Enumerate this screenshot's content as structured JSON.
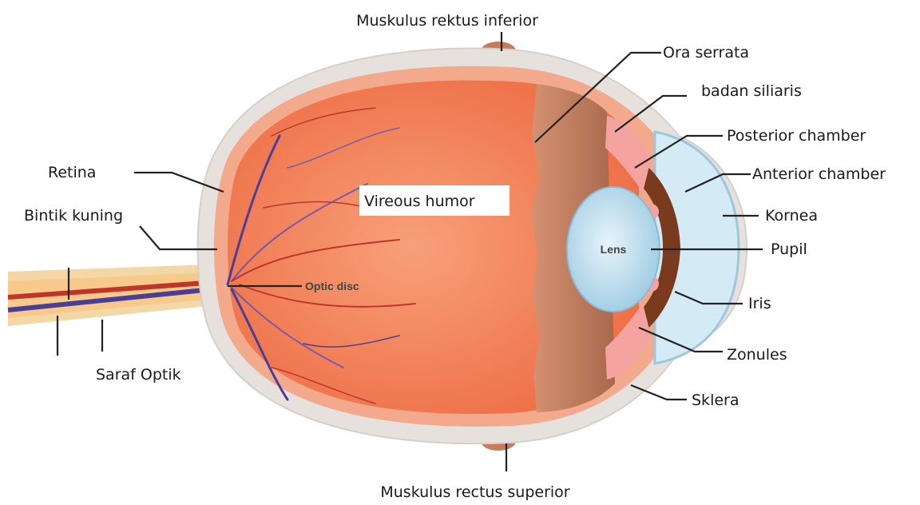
{
  "diagram": {
    "labels": {
      "muskulus_rektus_inferior": "Muskulus rektus inferior",
      "ora_serrata": "Ora serrata",
      "badan_siliaris": "badan siliaris",
      "posterior_chamber": "Posterior chamber",
      "anterior_chamber": "Anterior chamber",
      "kornea": "Kornea",
      "pupil": "Pupil",
      "iris": "Iris",
      "zonules": "Zonules",
      "sklera": "Sklera",
      "muskulus_rectus_superior": "Muskulus rectus superior",
      "retina": "Retina",
      "bintik_kuning": "Bintik kuning",
      "saraf_optik": "Saraf Optik",
      "vireous_humor": "Vireous humor",
      "lens": "Lens",
      "optic_disc": "Optic disc"
    },
    "colors": {
      "sclera": "#e9e4df",
      "choroid": "#f2a98c",
      "retina_fill": "#f07a4e",
      "vitreous_band": "#c9886a",
      "lens": "#bfe0ef",
      "cornea": "#d4ebf5",
      "iris": "#7a3a1e",
      "ciliary": "#f4a3a0",
      "vessel_red": "#c0352a",
      "vessel_blue": "#4b3f95",
      "nerve": "#f3d7a6"
    }
  }
}
